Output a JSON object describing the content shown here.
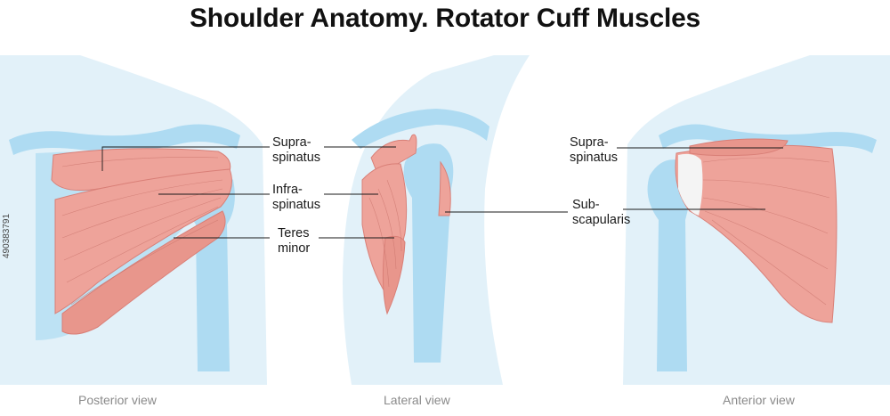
{
  "title": "Shoulder Anatomy. Rotator Cuff Muscles",
  "views": {
    "posterior": "Posterior view",
    "lateral": "Lateral view",
    "anterior": "Anterior view"
  },
  "labels": {
    "supraspinatus_1": "Supra-",
    "supraspinatus_2": "spinatus",
    "infraspinatus_1": "Infra-",
    "infraspinatus_2": "spinatus",
    "teres_1": "Teres",
    "teres_2": "minor",
    "supraspinatus_ant_1": "Supra-",
    "supraspinatus_ant_2": "spinatus",
    "subscapularis_1": "Sub-",
    "subscapularis_2": "scapularis"
  },
  "stock_id": "490383791",
  "colors": {
    "body": "#e2f1f9",
    "bone": "#aedbf2",
    "muscle": "#eea39a",
    "muscle_dark": "#d97f77",
    "tendon": "#f4f4f4"
  }
}
